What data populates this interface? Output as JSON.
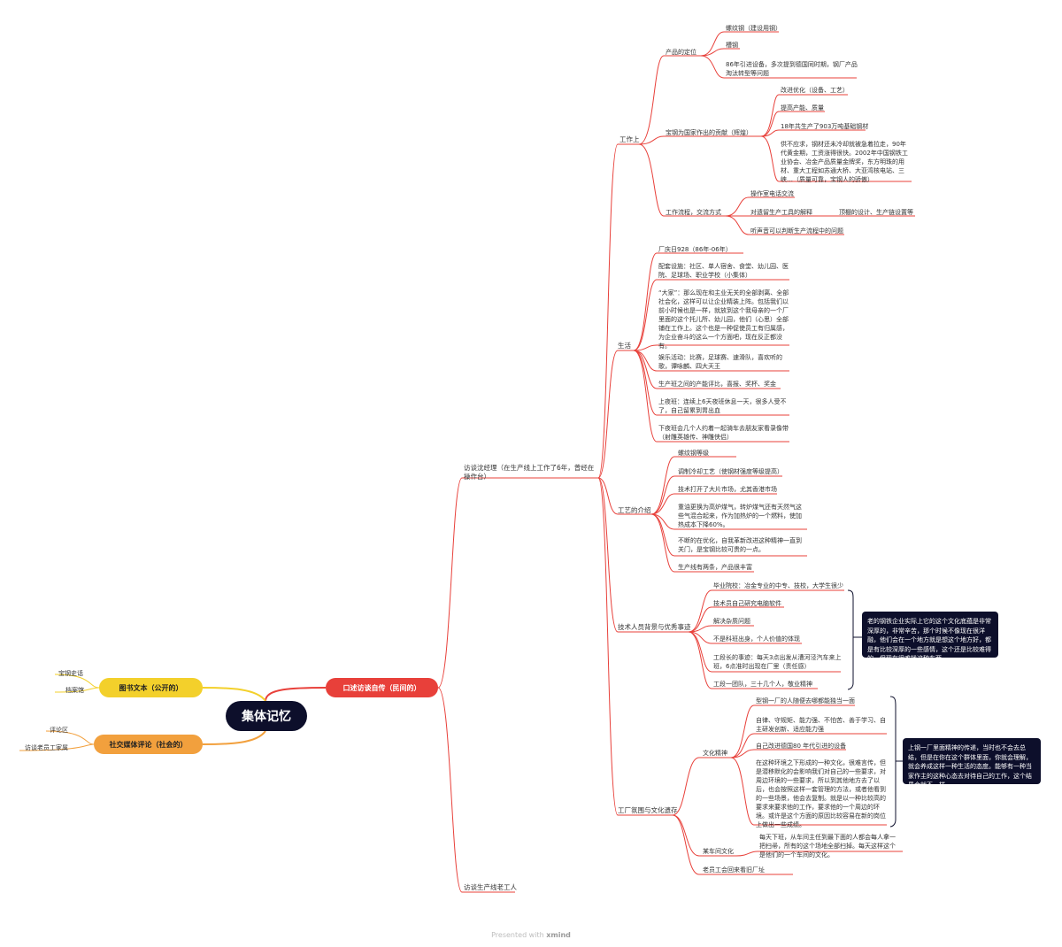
{
  "root": "集体记忆",
  "left": {
    "books": {
      "label": "图书文本（公开的）",
      "items": [
        "宝钢史话",
        "档案馆"
      ]
    },
    "social": {
      "label": "社交媒体评论（社会的）",
      "items": [
        "评论区",
        "访谈老员工家属"
      ]
    }
  },
  "oral": {
    "label": "口述访谈自传（民间的）",
    "shen": {
      "label": "访谈沈经理（在生产线上工作了6年，曾经在操作台）",
      "work": {
        "label": "工作上",
        "product": {
          "label": "产品的定位",
          "items": [
            "螺纹钢（建设用钢）",
            "槽钢",
            "86年引进设备，多次提到德国同时期，钢厂产品淘汰转型等问题"
          ]
        },
        "contrib": {
          "label": "宝钢为国家作出的贡献（辉煌）",
          "items": [
            "改进优化（设备、工艺）",
            "提高产能、质量",
            "18年共生产了903万吨基础钢材",
            "供不应求，钢材还未冷却就被急着拉走，90年代黄金期，工资涨得很快。2002年中国钢铁工业协会、冶金产品质量金牌奖，东方明珠的用材、重大工程如苏通大桥、大亚湾核电站、三峡…（质量可靠，宝钢人的骄傲）"
          ]
        },
        "flow": {
          "label": "工作流程，交流方式",
          "items": [
            "操作室电话交流",
            "对遗留生产工具的解释",
            "听声音可以判断生产流程中的问题"
          ],
          "sub": "顶棚的设计、生产链设置等"
        }
      },
      "life": {
        "label": "生活",
        "items": [
          "厂庆日928（86年-06年）",
          "配套设施：社区、单人宿舍、食堂、幼儿园、医院、足球场、职业学校（小集体）",
          "“大家”：那么现在和主业无关的全部剥离、全部社会化，这样可以让企业精装上阵。包括我们以前小时候也是一样，就放到这个我母亲的一个厂里面的这个托儿所、幼儿园，他们（心思）全部铺在工作上。这个也是一种促使员工有归属感，为企业奋斗的这么一个方面吧，现在反正都没有。",
          "娱乐活动：比赛，足球赛、速滑队，喜欢听的歌，谭咏麟、四大天王",
          "生产班之间的产能评比，喜报、奖杯、奖金",
          "上夜班：连续上6天夜班休息一天，很多人受不了，自己留累到胃出血",
          "下夜班会几个人约着一起骑车去朋友家看录像带（射雕英雄传、神雕侠侣）"
        ]
      },
      "craft": {
        "label": "工艺的介绍",
        "items": [
          "螺纹钢等级",
          "调制冷却工艺（使钢材强度等级提高）",
          "技术打开了大片市场，尤其香港市场",
          "重油更换为高炉煤气，转炉煤气还有天然气这些气混合起来，作为加热炉的一个燃料，使加热成本下降60%。",
          "不断的在优化，自我革新改进这种精神一直到关门，是宝钢比较可贵的一点。",
          "生产线有两条，产品很丰富"
        ]
      },
      "tech": {
        "label": "技术人员背景与优秀事迹",
        "items": [
          "毕业院校：冶金专业的中专、技校，大学生很少",
          "技术员自己研究电脑软件",
          "解决杂质问题",
          "不是科班出身，个人价值的体现",
          "工段长的事迹：每天3点出发从漕河泾汽车来上班，6点准时出现在厂里（责任感）",
          "工段一团队，三十几个人，敬业精神"
        ],
        "summary": "老的钢铁企业实际上它的这个文化底蕴是非常深厚的，非常辛苦，那个时候不像现在很洋融，他们会在一个地方就是想这个地方好，都是有比较深厚的一些感情，这个还是比较难得的，但现在很难找这种东西。"
      },
      "culture": {
        "label": "工厂氛围与文化遗存",
        "spirit": {
          "label": "文化精神",
          "items": [
            "型钢一厂的人随便去哪都能独当一面",
            "自律、守规矩、能力强、不怕苦、善于学习、自主研发创新、适应能力强",
            "自己改进德国80 年代引进的设备",
            "在这种环境之下形成的一种文化，很难言传，但是潜移默化的会影响我们对自己的一些要求，对周边环境的一些要求，所以到其他地方去了以后，也会按照这样一套管理的方法，或者他看到的一些场景，他会去复制。就是以一种比较高的要求来要求他的工作，要求他的一个周边的环境。或许是这个方面的原因比较容易在新的岗位上做出一些成绩。"
          ],
          "summary": "上钢一厂里面精神的传递，当时也不会去总结，但是在你在这个群体里面，你就会理解，就会养成这样一种生活的态度。能够有一种当家作主的这种心态去对待自己的工作，这个结果会就不一样。"
        },
        "workshop": {
          "label": "某车间文化",
          "item": "每天下班，从车间主任到最下面的人都会每人拿一把扫帚，所有的这个场地全部扫掉。每天这样这个是他们的一个车间的文化。"
        },
        "old": "老员工会回来看旧厂址"
      }
    },
    "worker": "访谈生产线老工人"
  },
  "footer": {
    "prefix": "Presented with",
    "brand": "xmind"
  },
  "colors": {
    "red": "#e8403a",
    "yellow": "#f3d02b",
    "orange": "#f2a03d",
    "navy": "#0d0f2b"
  }
}
